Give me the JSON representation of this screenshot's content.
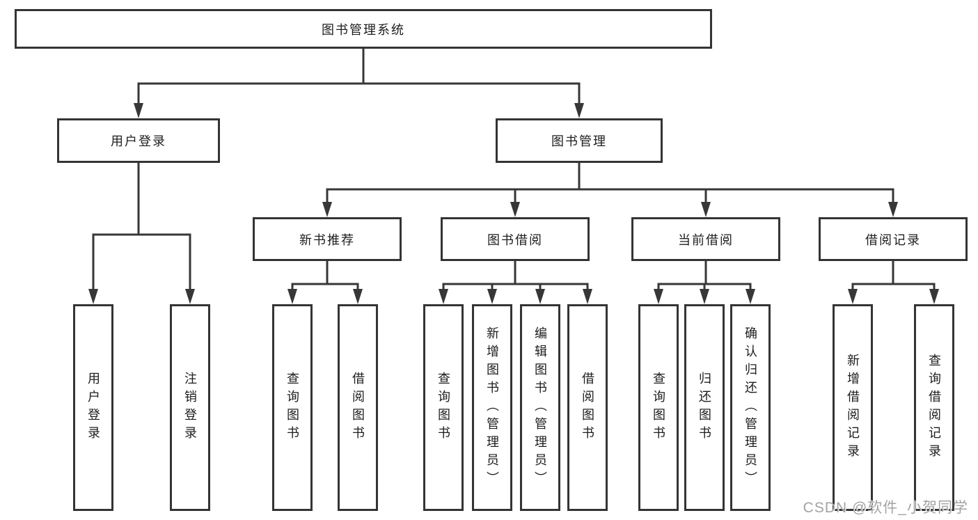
{
  "diagram": {
    "root": "图书管理系统",
    "level2": [
      {
        "label": "用户登录",
        "children": [
          "用户登录",
          "注销登录"
        ]
      },
      {
        "label": "图书管理",
        "children": [
          {
            "label": "新书推荐",
            "children": [
              "查询图书",
              "借阅图书"
            ]
          },
          {
            "label": "图书借阅",
            "children": [
              "查询图书",
              "新增图书（管理员）",
              "编辑图书（管理员）",
              "借阅图书"
            ]
          },
          {
            "label": "当前借阅",
            "children": [
              "查询图书",
              "归还图书",
              "确认归还（管理员）"
            ]
          },
          {
            "label": "借阅记录",
            "children": [
              "新增借阅记录",
              "查询借阅记录"
            ]
          }
        ]
      }
    ]
  },
  "watermark": "CSDN @软件_小贺同学",
  "colors": {
    "line": "#373737",
    "box_border": "#343434",
    "text": "#1d1d1d",
    "background": "#ffffff",
    "watermark": "#a3a3a3"
  }
}
